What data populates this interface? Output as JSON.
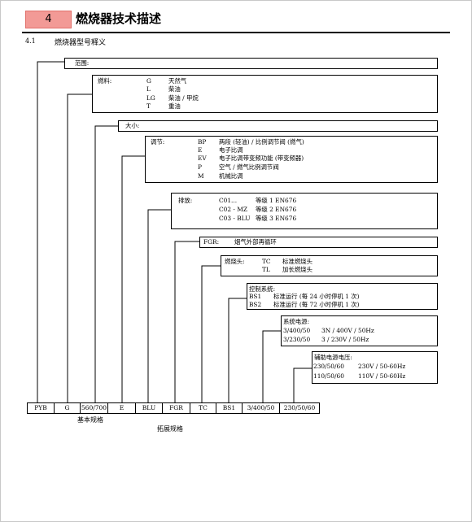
{
  "header": {
    "chapter_number": "4",
    "chapter_title": "燃烧器技术描述"
  },
  "section": {
    "number": "4.1",
    "title": "燃烧器型号释义"
  },
  "range": {
    "label": "范围:"
  },
  "fuel": {
    "label": "燃料:",
    "options": [
      {
        "code": "G",
        "desc": "天然气"
      },
      {
        "code": "L",
        "desc": "柴油"
      },
      {
        "code": "LG",
        "desc": "柴油 / 甲烷"
      },
      {
        "code": "T",
        "desc": "重油"
      }
    ]
  },
  "size": {
    "label": "大小:"
  },
  "regulation": {
    "label": "调节:",
    "options": [
      {
        "code": "BP",
        "desc": "两段 (轻油) / 比例调节阀 (燃气)"
      },
      {
        "code": "E",
        "desc": "电子比调"
      },
      {
        "code": "EV",
        "desc": "电子比调带变频功能 (带变频器)"
      },
      {
        "code": "P",
        "desc": "空气 / 燃气比例调节阀"
      },
      {
        "code": "M",
        "desc": "机械比调"
      }
    ]
  },
  "emission": {
    "label": "排放:",
    "options": [
      {
        "code": "C01...",
        "desc": "等级 1 EN676"
      },
      {
        "code": "C02 - MZ",
        "desc": "等级 2 EN676"
      },
      {
        "code": "C03 - BLU",
        "desc": "等级 3 EN676"
      }
    ]
  },
  "fgr": {
    "label": "FGR:",
    "desc": "烟气外部再循环"
  },
  "head": {
    "label": "燃烧头:",
    "options": [
      {
        "code": "TC",
        "desc": "标准燃烧头"
      },
      {
        "code": "TL",
        "desc": "加长燃烧头"
      }
    ]
  },
  "control": {
    "label": "控制系统:",
    "options": [
      {
        "code": "BS1",
        "desc": "标准运行 (每 24 小时停机 1 次)"
      },
      {
        "code": "BS2",
        "desc": "标准运行 (每 72 小时停机 1 次)"
      }
    ]
  },
  "power": {
    "label": "系统电源:",
    "options": [
      {
        "code": "3/400/50",
        "desc": "3N / 400V / 50Hz"
      },
      {
        "code": "3/230/50",
        "desc": "3 / 230V / 50Hz"
      }
    ]
  },
  "aux": {
    "label": "辅助电源电压:",
    "options": [
      {
        "code": "230/50/60",
        "desc": "230V / 50-60Hz"
      },
      {
        "code": "110/50/60",
        "desc": "110V / 50-60Hz"
      }
    ]
  },
  "model_bar": [
    "PYB",
    "G",
    "560/700",
    "E",
    "BLU",
    "FGR",
    "TC",
    "BS1",
    "3/400/50",
    "230/50/60"
  ],
  "basic_spec": "基本规格",
  "extended_spec": "拓展规格"
}
